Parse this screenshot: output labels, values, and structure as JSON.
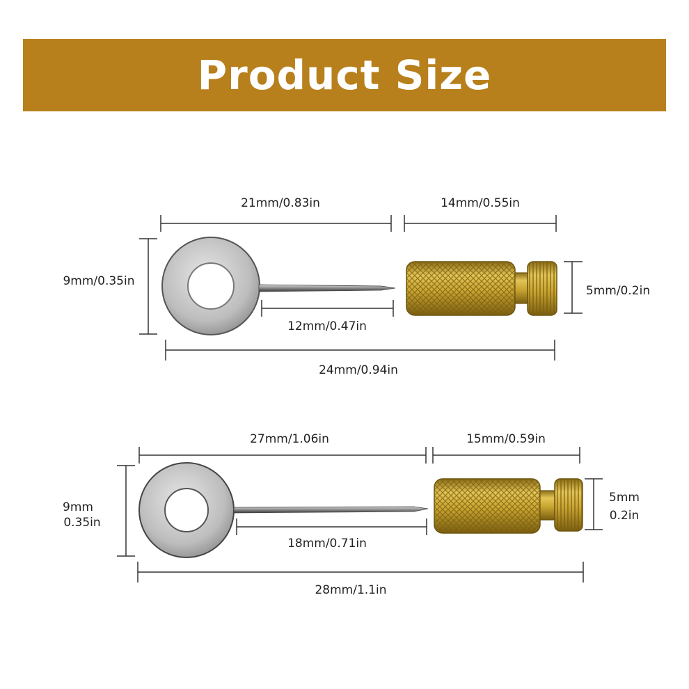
{
  "banner": {
    "title": "Product Size",
    "color": "#b8801c"
  },
  "product_top": {
    "dims": {
      "needle_length": "21mm/0.83in",
      "cap_length": "14mm/0.55in",
      "washer_height": "9mm/0.35in",
      "cap_height": "5mm/0.2in",
      "pin_length": "12mm/0.47in",
      "total_length": "24mm/0.94in"
    }
  },
  "product_bottom": {
    "dims": {
      "needle_length": "27mm/1.06in",
      "cap_length": "15mm/0.59in",
      "washer_height_mm": "9mm",
      "washer_height_in": "0.35in",
      "cap_height_mm": "5mm",
      "cap_height_in": "0.2in",
      "pin_length": "18mm/0.71in",
      "total_length": "28mm/1.1in"
    }
  },
  "colors": {
    "steel": "#c9c9c9",
    "steel_dark": "#8f8f8f",
    "brass": "#c9a531",
    "brass_dark": "#8a6d16"
  }
}
